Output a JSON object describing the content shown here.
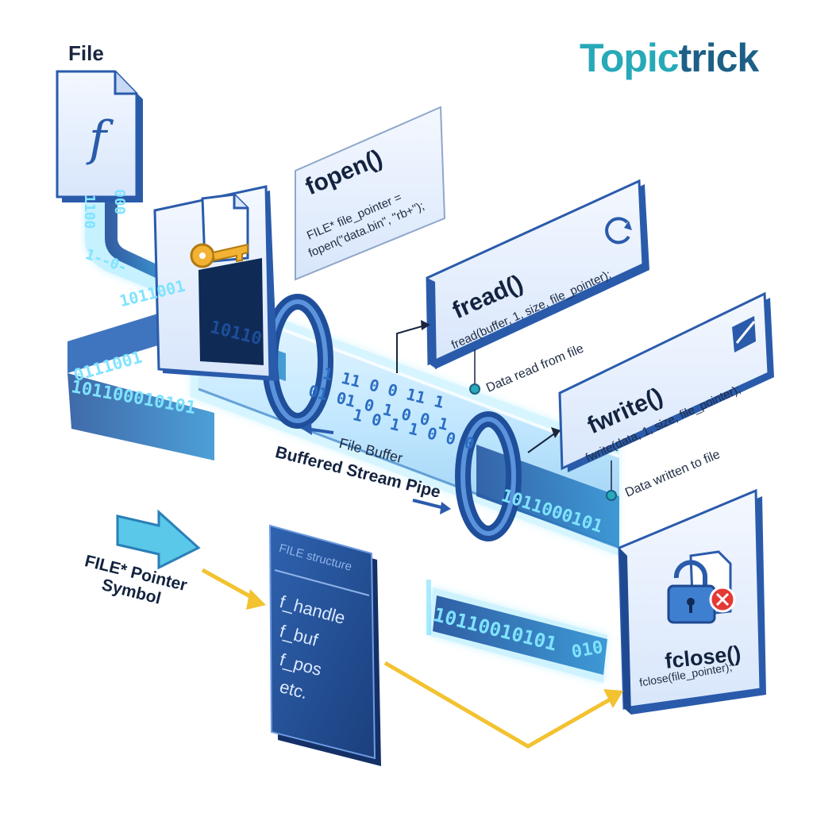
{
  "brand": {
    "part1": "Topic",
    "part2": "trick"
  },
  "file": {
    "label": "File",
    "glyph": "f"
  },
  "fopen": {
    "title": "fopen()",
    "code_line1": "FILE* file_pointer =",
    "code_line2": "fopen(\"data.bin\", \"rb+\");"
  },
  "fread": {
    "title": "fread()",
    "code": "fread(buffer, 1, size, file_pointer);",
    "note": "Data read from file"
  },
  "fwrite": {
    "title": "fwrite()",
    "code": "fwrite(data, 1, size, file_pointer);",
    "note": "Data written to file"
  },
  "fclose": {
    "title": "fclose()",
    "code": "fclose(file_pointer);"
  },
  "pipe": {
    "label_buffer": "File Buffer",
    "label_stream": "Buffered Stream Pipe"
  },
  "pointer": {
    "line1": "FILE* Pointer",
    "line2": "Symbol"
  },
  "structure": {
    "header": "FILE structure",
    "fields": [
      "f_handle",
      "f_buf",
      "f_pos",
      "etc."
    ]
  },
  "bit_streams": {
    "left_upper": "0111001",
    "left_lower": "101100010101",
    "bottom": "10110010101",
    "bottom_tail": "010",
    "right": "1011000101",
    "center": "10110",
    "lock_in": "1011001",
    "vertical_a": "1100",
    "vertical_b": "000",
    "diag": "1--0-",
    "pipe_row1": "1  11  0   0  11  1",
    "pipe_row2": "01  01  0  1  0  0  1",
    "pipe_row3": "1  0  1  1  0  0  0"
  },
  "colors": {
    "accent_teal": "#27a9b8",
    "brand_blue": "#1d5f86",
    "panel_blue": "#2b5ca8",
    "glow": "#4fd6ff",
    "arrow_yellow": "#f2c230",
    "close_red": "#e53935"
  }
}
